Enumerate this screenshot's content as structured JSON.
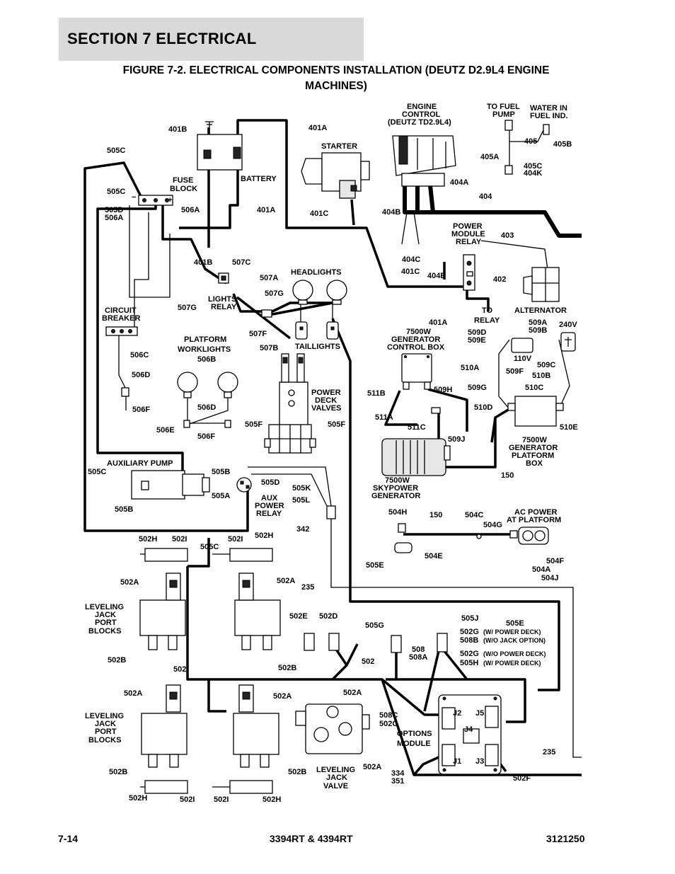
{
  "header": {
    "section": "SECTION 7   ELECTRICAL"
  },
  "figure": {
    "line1": "FIGURE 7-2. ELECTRICAL COMPONENTS INSTALLATION (DEUTZ D2.9L4 ENGINE",
    "line2": "MACHINES)"
  },
  "footer": {
    "page": "7-14",
    "models": "3394RT & 4394RT",
    "doc_number": "3121250"
  },
  "labels": {
    "l401B_top": "401B",
    "l505C_1": "505C",
    "l505C_2": "505C",
    "fuse1": "FUSE",
    "fuse2": "BLOCK",
    "l505D": "505D",
    "l506A_l": "506A",
    "l506A_r": "506A",
    "battery": "BATTERY",
    "l401A_top": "401A",
    "starter": "STARTER",
    "l401A_mid": "401A",
    "l401C": "401C",
    "l401B_mid": "401B",
    "l507C": "507C",
    "l507A": "507A",
    "headlights": "HEADLIGHTS",
    "l507G_r": "507G",
    "lr1": "LIGHTS",
    "lr2": "RELAY",
    "l507G_l": "507G",
    "cb1": "CIRCUIT",
    "cb2": "BREAKER",
    "l507F": "507F",
    "l507B": "507B",
    "taillights": "TAILLIGHTS",
    "pw1": "PLATFORM",
    "pw2": "WORKLIGHTS",
    "l506B": "506B",
    "l506C": "506C",
    "l506D_l": "506D",
    "l506F_l": "506F",
    "l506D_r": "506D",
    "l506E": "506E",
    "l506F_r": "506F",
    "pdv1": "POWER",
    "pdv2": "DECK",
    "pdv3": "VALVES",
    "l505F_l": "505F",
    "l505F_r": "505F",
    "ap": "AUXILIARY PUMP",
    "l505C_3": "505C",
    "l505B_r": "505B",
    "l505D_r": "505D",
    "l505A": "505A",
    "apr1": "AUX",
    "apr2": "POWER",
    "apr3": "RELAY",
    "l505K": "505K",
    "l505L": "505L",
    "l505B_l": "505B",
    "l342": "342",
    "l505C_4": "505C",
    "l505E_l": "505E",
    "l235_mid": "235",
    "ec1": "ENGINE",
    "ec2": "CONTROL",
    "ec3": "(DEUTZ TD2.9L4)",
    "tf1": "TO FUEL",
    "tf2": "PUMP",
    "wi1": "WATER IN",
    "wi2": "FUEL IND.",
    "l405": "405",
    "l405B": "405B",
    "l405A": "405A",
    "l405C": "405C",
    "l404K": "404K",
    "l404A": "404A",
    "l404": "404",
    "l404B": "404B",
    "pm1": "POWER",
    "pm2": "MODULE",
    "pm3": "RELAY",
    "l403": "403",
    "l404C": "404C",
    "l401C_r": "401C",
    "l404E": "404E",
    "l402": "402",
    "tr1": "TO",
    "tr2": "RELAY",
    "alternator": "ALTERNATOR",
    "l401A_low": "401A",
    "gc1": "7500W",
    "gc2": "GENERATOR",
    "gc3": "CONTROL BOX",
    "l509D": "509D",
    "l509E": "509E",
    "l509A": "509A",
    "l509B": "509B",
    "l240V": "240V",
    "l110V": "110V",
    "l509C": "509C",
    "l510A": "510A",
    "l509F": "509F",
    "l510B": "510B",
    "l511B": "511B",
    "l509H": "509H",
    "l509G": "509G",
    "l510C": "510C",
    "l510D": "510D",
    "l511A": "511A",
    "l511C": "511C",
    "l510E": "510E",
    "l509J": "509J",
    "gp1": "7500W",
    "gp2": "GENERATOR",
    "gp3": "PLATFORM",
    "gp4": "BOX",
    "l150_r": "150",
    "sg1": "7500W",
    "sg2": "SKYPOWER",
    "sg3": "GENERATOR",
    "l504H": "504H",
    "l150_m": "150",
    "l504C": "504C",
    "l504G": "504G",
    "acp1": "AC POWER",
    "acp2": "AT PLATFORM",
    "l504E": "504E",
    "l504F": "504F",
    "l504A": "504A",
    "l504J": "504J",
    "l502H_1": "502H",
    "l502I_1": "502I",
    "l502I_2": "502I",
    "l502H_2": "502H",
    "l502A_1": "502A",
    "l502A_2": "502A",
    "lj1": "LEVELING",
    "lj2": "JACK",
    "lj3": "PORT",
    "lj4": "BLOCKS",
    "l502E": "502E",
    "l502D": "502D",
    "l505G": "505G",
    "l505J": "505J",
    "l505E_r": "505E",
    "l502G_a": "502G",
    "n502G_a": "(W/ POWER DECK)",
    "l508B": "508B",
    "n508B": "(W/O JACK OPTION)",
    "l508": "508",
    "l508A": "508A",
    "l502G_b": "502G",
    "n502G_b": "(W/O POWER DECK)",
    "l505H": "505H",
    "n505H": "(W/ POWER DECK)",
    "l502B_1": "502B",
    "l502B_2": "502B",
    "l502_a": "502",
    "l502_b": "502",
    "l502A_3": "502A",
    "l502A_4": "502A",
    "l502A_5": "502A",
    "lj5": "LEVELING",
    "lj6": "JACK",
    "lj7": "PORT",
    "lj8": "BLOCKS",
    "l508C": "508C",
    "l502C": "502C",
    "om1": "OPTIONS",
    "om2": "MODULE",
    "j2": "J2",
    "j5": "J5",
    "j4": "J4",
    "j1": "J1",
    "j3": "J3",
    "l334": "334",
    "l351": "351",
    "l502F": "502F",
    "l235_r": "235",
    "ljv1": "LEVELING",
    "ljv2": "JACK",
    "ljv3": "VALVE",
    "l502A_6": "502A",
    "l502B_3": "502B",
    "l502B_4": "502B",
    "l502H_3": "502H",
    "l502I_3": "502I",
    "l502I_4": "502I",
    "l502H_4": "502H",
    "minus": "−",
    "plus": "+"
  }
}
